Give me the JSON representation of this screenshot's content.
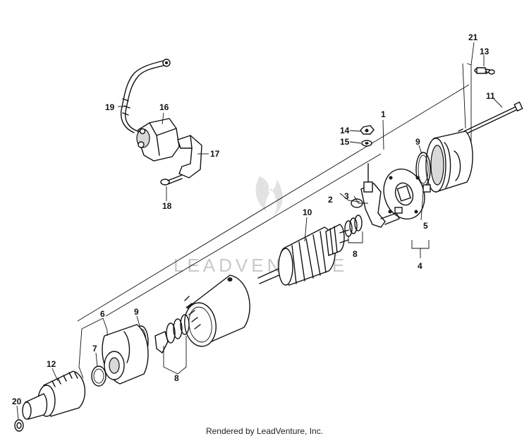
{
  "watermark": "LEADVENTURE",
  "footer": "Rendered by LeadVenture, Inc.",
  "callouts": {
    "c1": "1",
    "c2": "2",
    "c3": "3",
    "c4": "4",
    "c5": "5",
    "c6": "6",
    "c7": "7",
    "c8a": "8",
    "c8b": "8",
    "c9a": "9",
    "c9b": "9",
    "c10": "10",
    "c11": "11",
    "c12": "12",
    "c13": "13",
    "c14": "14",
    "c15": "15",
    "c16": "16",
    "c17": "17",
    "c18": "18",
    "c19": "19",
    "c20": "20",
    "c21": "21"
  }
}
